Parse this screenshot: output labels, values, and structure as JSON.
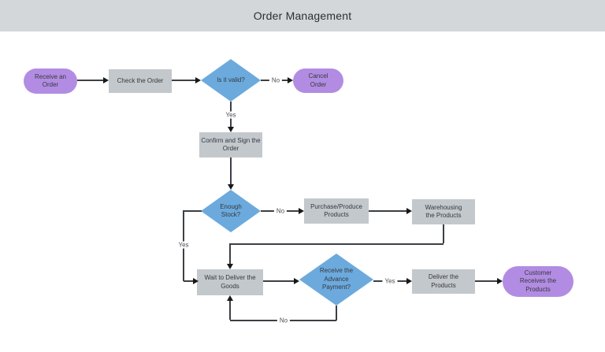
{
  "header": {
    "title": "Order Management"
  },
  "diagram": {
    "nodes": [
      {
        "id": "receive-order",
        "type": "start-terminal",
        "label": "Receive an Order"
      },
      {
        "id": "check-order",
        "type": "process",
        "label": "Check the Order"
      },
      {
        "id": "is-it-valid",
        "type": "decision",
        "label": "Is it valid?"
      },
      {
        "id": "cancel-order",
        "type": "end-terminal",
        "label": "Cancel Order"
      },
      {
        "id": "confirm-sign",
        "type": "process",
        "label": "Confirm and Sign the Order"
      },
      {
        "id": "enough-stock",
        "type": "decision",
        "label": "Enough Stock?"
      },
      {
        "id": "purchase-produce",
        "type": "process",
        "label": "Purchase/Produce Products"
      },
      {
        "id": "warehousing",
        "type": "process",
        "label": "Warehousing the Products"
      },
      {
        "id": "wait-deliver",
        "type": "process",
        "label": "Wait to Deliver the Goods"
      },
      {
        "id": "advance-payment",
        "type": "decision",
        "label": "Receive the Advance Payment?"
      },
      {
        "id": "deliver-products",
        "type": "process",
        "label": "Deliver the Products"
      },
      {
        "id": "customer-receives",
        "type": "end-terminal",
        "label": "Customer Receives the Products"
      }
    ],
    "edge_labels": [
      {
        "id": "valid-no",
        "text": "No"
      },
      {
        "id": "valid-yes",
        "text": "Yes"
      },
      {
        "id": "stock-no",
        "text": "No"
      },
      {
        "id": "stock-yes",
        "text": "Yes"
      },
      {
        "id": "payment-yes",
        "text": "Yes"
      },
      {
        "id": "payment-no",
        "text": "No"
      }
    ],
    "colors": {
      "header_bg": "#d3d7da",
      "terminal": "#b28ce2",
      "process": "#c3c8cc",
      "decision": "#6caadd",
      "line": "#3c3f43"
    }
  }
}
